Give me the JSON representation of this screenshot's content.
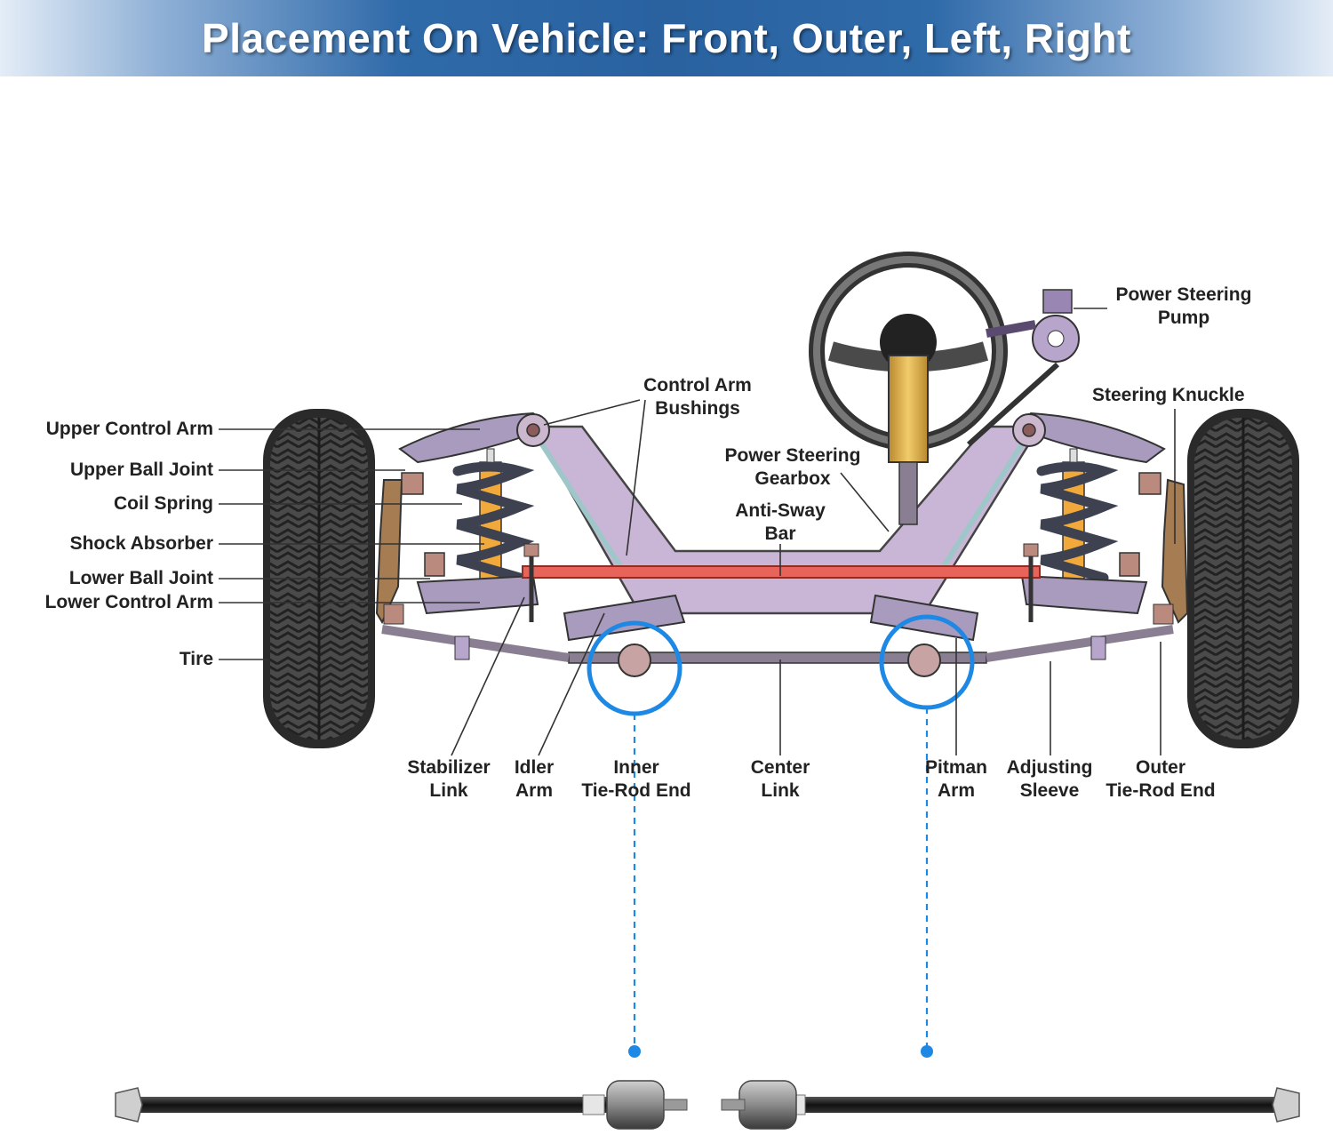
{
  "title": "Placement On Vehicle: Front, Outer, Left, Right",
  "labels": {
    "upper_control_arm": "Upper Control Arm",
    "upper_ball_joint": "Upper Ball Joint",
    "coil_spring": "Coil Spring",
    "shock_absorber": "Shock Absorber",
    "lower_ball_joint": "Lower Ball Joint",
    "lower_control_arm": "Lower Control Arm",
    "tire": "Tire",
    "control_arm_bushings": [
      "Control Arm",
      "Bushings"
    ],
    "power_steering_gearbox": [
      "Power Steering",
      "Gearbox"
    ],
    "anti_sway_bar": [
      "Anti-Sway",
      "Bar"
    ],
    "power_steering_pump": [
      "Power Steering",
      "Pump"
    ],
    "steering_knuckle": "Steering Knuckle",
    "stabilizer_link": [
      "Stabilizer",
      "Link"
    ],
    "idler_arm": [
      "Idler",
      "Arm"
    ],
    "inner_tie_rod_end": [
      "Inner",
      "Tie-Rod End"
    ],
    "center_link": [
      "Center",
      "Link"
    ],
    "pitman_arm": [
      "Pitman",
      "Arm"
    ],
    "adjusting_sleeve": [
      "Adjusting",
      "Sleeve"
    ],
    "outer_tie_rod_end": [
      "Outer",
      "Tie-Rod End"
    ]
  },
  "colors": {
    "banner": "#2a62a0",
    "highlight": "#1e88e5",
    "frame": "#c9b6d6",
    "sway_bar": "#e8645a",
    "spring": "#3d4150",
    "shock": "#f2a93b",
    "tire": "#3a3a3a"
  }
}
